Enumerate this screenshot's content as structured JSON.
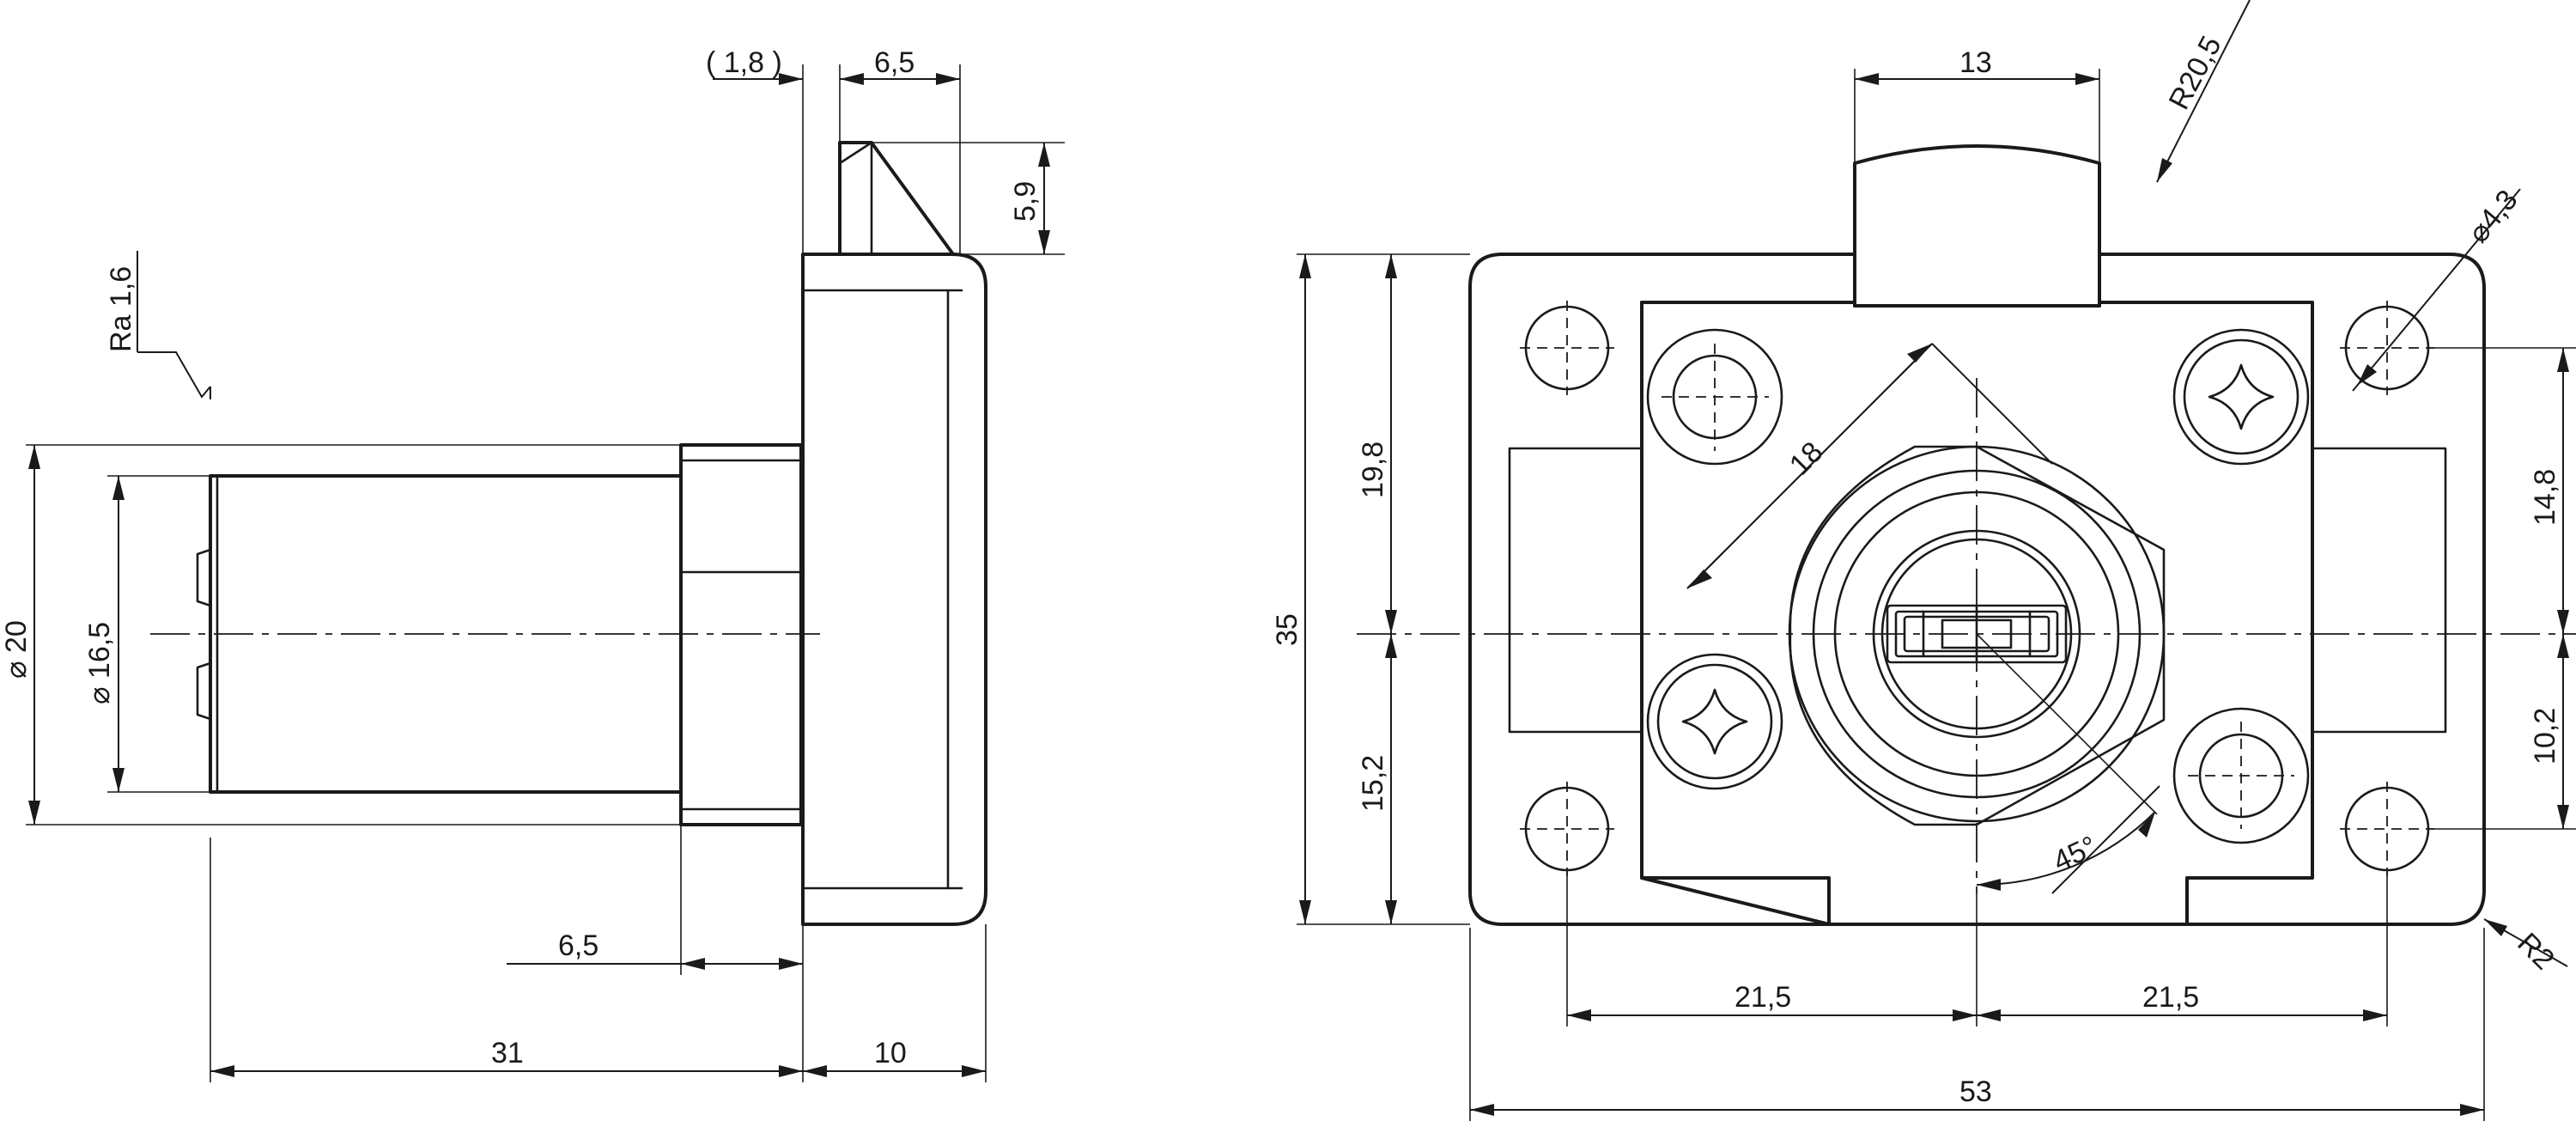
{
  "drawing": {
    "colors": {
      "line": "#1a1a1a",
      "background": "#ffffff"
    },
    "side_view": {
      "dimensions": {
        "offset_1_8": "( 1,8 )",
        "width_6_5_top": "6,5",
        "height_5_9": "5,9",
        "surface_finish": "Ra 1,6",
        "diameter_20": "⌀ 20",
        "diameter_16_5": "⌀ 16,5",
        "length_6_5_bottom": "6,5",
        "length_31": "31",
        "length_10": "10"
      }
    },
    "front_view": {
      "dimensions": {
        "width_13": "13",
        "radius_20_5": "R20,5",
        "hole_diameter_4_3": "⌀4,3",
        "height_35": "35",
        "height_19_8": "19,8",
        "height_15_2": "15,2",
        "height_14_8": "14,8",
        "height_10_2": "10,2",
        "diagonal_18": "18",
        "angle_45": "45°",
        "corner_radius_2": "R2",
        "width_21_5_left": "21,5",
        "width_21_5_right": "21,5",
        "width_53": "53"
      }
    }
  }
}
